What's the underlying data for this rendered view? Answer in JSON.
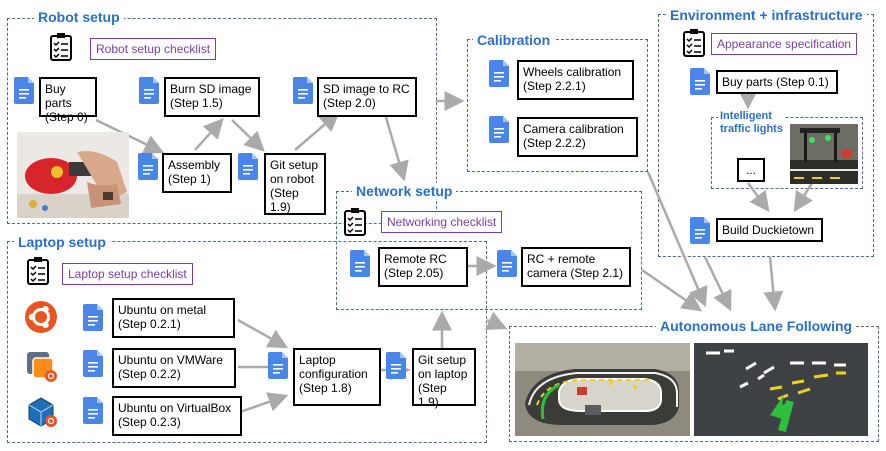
{
  "groups": {
    "robot_setup": "Robot setup",
    "laptop_setup": "Laptop setup",
    "calibration": "Calibration",
    "network_setup": "Network setup",
    "environment": "Environment + infrastructure",
    "autonomous": "Autonomous Lane Following"
  },
  "checklists": {
    "robot": "Robot setup checklist",
    "laptop": "Laptop setup checklist",
    "networking": "Networking checklist",
    "appearance": "Appearance specification"
  },
  "steps": {
    "buy_parts": "Buy parts\n(Step 0)",
    "burn_sd": "Burn SD image\n(Step 1.5)",
    "sd_to_rc": "SD image to RC\n(Step 2.0)",
    "assembly": "Assembly\n(Step 1)",
    "git_robot": "Git setup\non robot\n(Step 1.9)",
    "wheels_cal": "Wheels calibration\n(Step 2.2.1)",
    "camera_cal": "Camera calibration\n(Step 2.2.2)",
    "remote_rc": "Remote RC\n(Step 2.05)",
    "rc_camera": "RC + remote\ncamera (Step 2.1)",
    "ubuntu_metal": "Ubuntu on metal\n(Step 0.2.1)",
    "ubuntu_vmware": "Ubuntu on VMWare\n(Step 0.2.2)",
    "ubuntu_vbox": "Ubuntu on VirtualBox\n(Step 0.2.3)",
    "laptop_config": "Laptop\nconfiguration\n(Step 1.8)",
    "git_laptop": "Git setup\non laptop\n(Step 1.9)",
    "env_buy_parts": "Buy parts (Step 0.1)",
    "ellipsis": "...",
    "build_duckietown": "Build Duckietown"
  },
  "intelligent_lights": "Intelligent\ntraffic lights",
  "colors": {
    "group_title": "#2a6fc9",
    "checklist": "#7a3fa0",
    "doc_icon": "#4a86e8",
    "arrow": "#aaaaaa"
  },
  "icons": {
    "document": "google-doc-icon",
    "checklist": "clipboard-checklist-icon",
    "ubuntu": "ubuntu-icon",
    "vmware": "vmware-icon",
    "virtualbox": "virtualbox-icon"
  }
}
